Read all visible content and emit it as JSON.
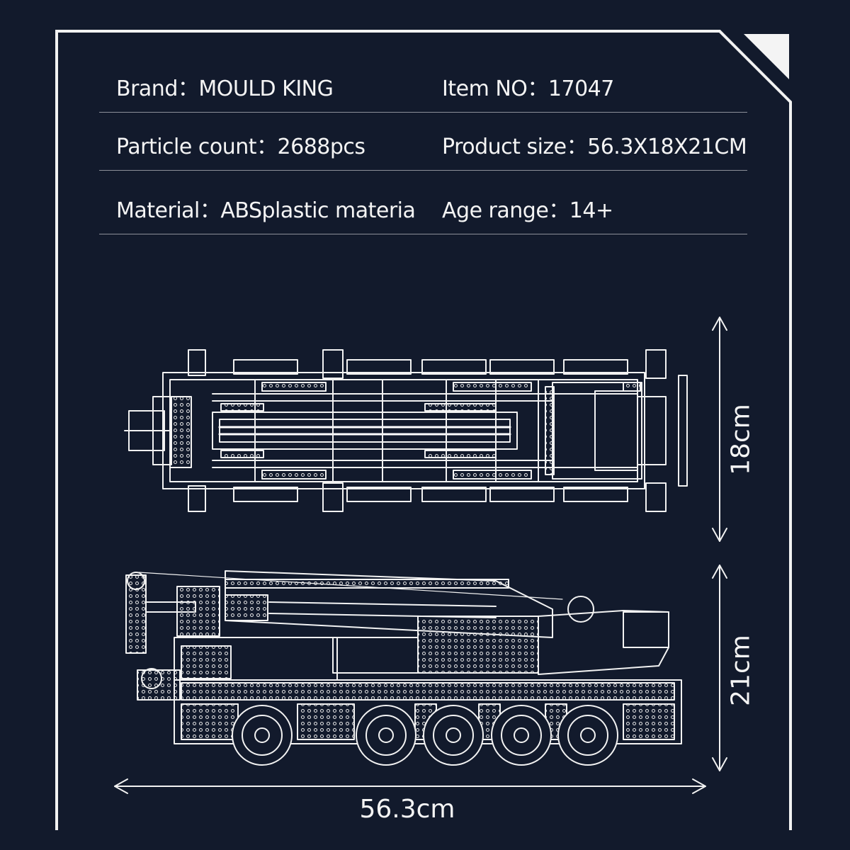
{
  "specs": {
    "brand_label": "Brand：",
    "brand_value": "MOULD KING",
    "item_no_label": "Item NO：",
    "item_no_value": "17047",
    "particle_count_label": "Particle count：",
    "particle_count_value": "2688pcs",
    "product_size_label": "Product size：",
    "product_size_value": "56.3X18X21CM",
    "material_label": "Material：",
    "material_value": "ABSplastic materia",
    "age_range_label": "Age range：",
    "age_range_value": "14+"
  },
  "dimensions": {
    "width": "56.3cm",
    "depth": "18cm",
    "height": "21cm"
  },
  "colors": {
    "background": "#121a2c",
    "lines": "#ffffff",
    "dividers": "#8c8f99"
  }
}
